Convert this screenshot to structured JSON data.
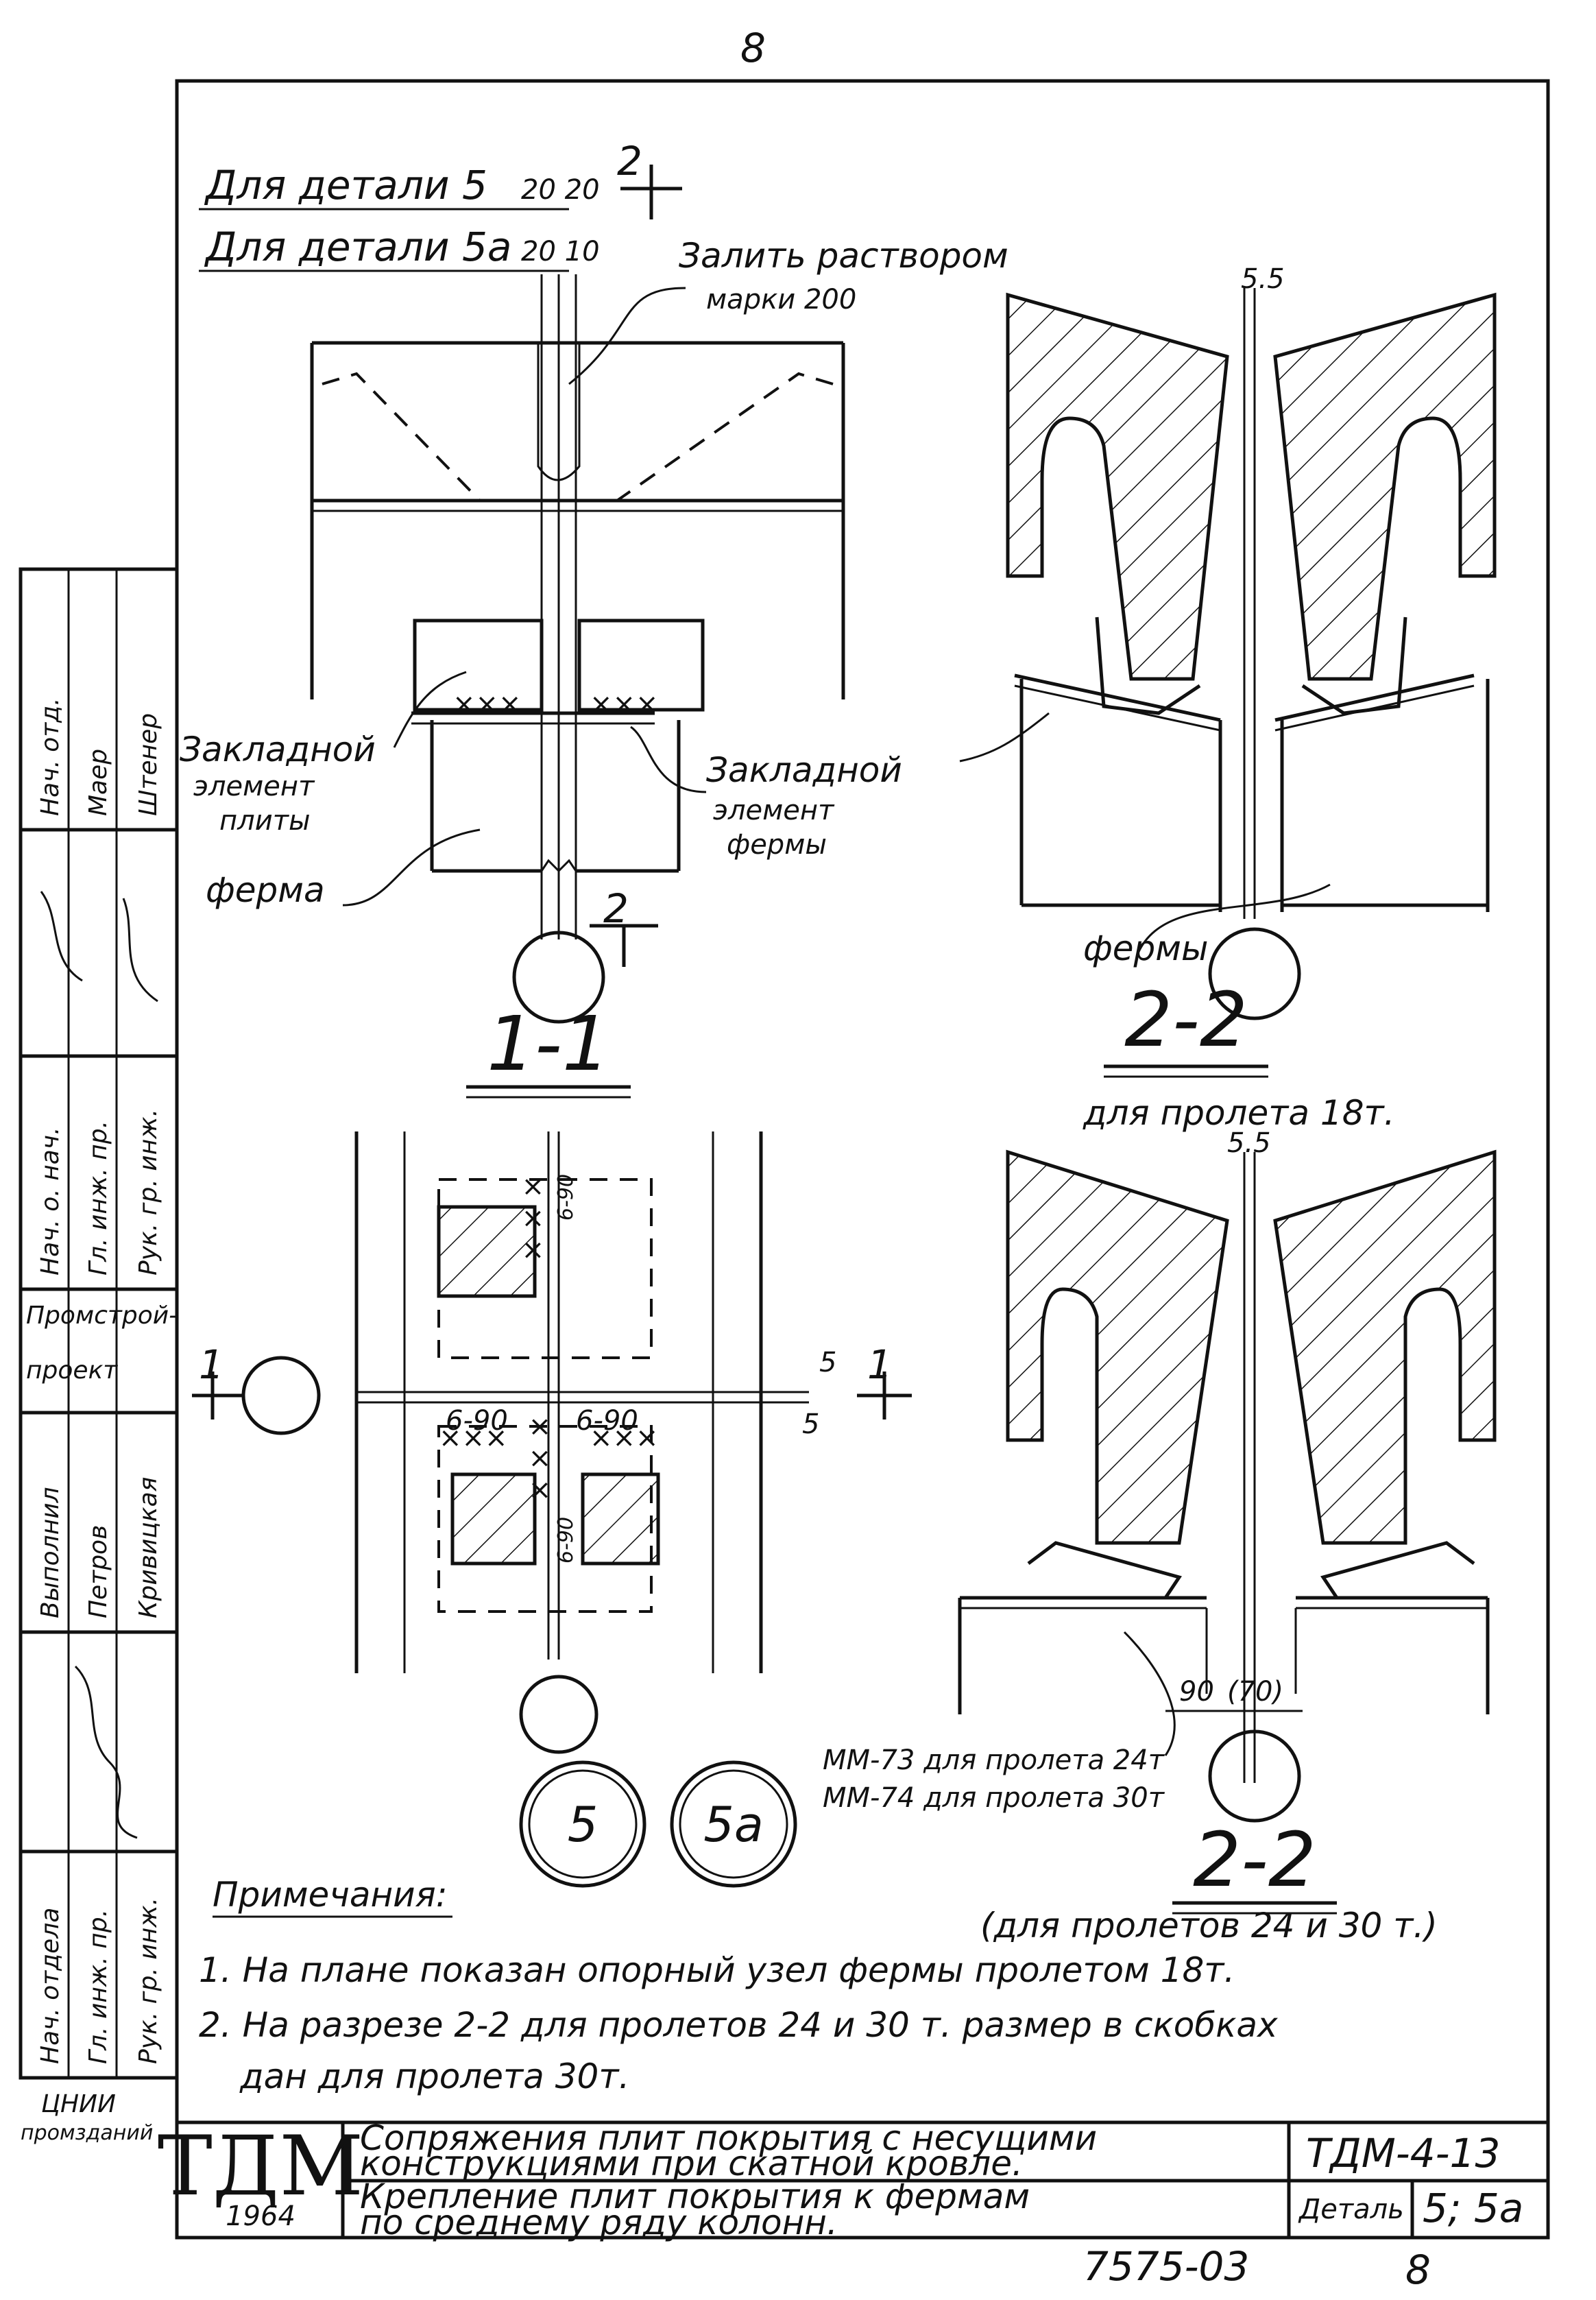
{
  "sheet": {
    "page_top": "8",
    "page_bottom": "8",
    "archive_no": "7575-03"
  },
  "labels": {
    "for_detail_5": "Для детали 5",
    "for_detail_5_dims": "20 20",
    "for_detail_5a": "Для детали 5а",
    "for_detail_5a_dims": "20 10",
    "cut_mark_top": "2",
    "cut_mark_bottom": "2",
    "fill_mortar_1": "Залить раствором",
    "fill_mortar_2": "марки 200",
    "embed_plate_1": "Закладной",
    "embed_plate_2": "элемент",
    "embed_plate_3": "плиты",
    "embed_truss_1": "Закладной",
    "embed_truss_2": "элемент",
    "embed_truss_3": "фермы",
    "truss": "ферма",
    "trusses": "фермы",
    "section_1_1": "1-1",
    "section_2_2_a": "2-2",
    "section_2_2_a_caption": "для пролета 18т.",
    "section_2_2_b": "2-2",
    "section_2_2_b_caption": "(для пролетов 24 и 30 т.)",
    "gap_top": "5.5",
    "gap_mid": "5.5",
    "plan_gap": "5",
    "plan_gap_2": "5",
    "plan_cut_left": "1",
    "plan_cut_right": "1",
    "weld_1": "6-90",
    "weld_2": "6-90",
    "weld_3": "6-90",
    "weld_4": "6-90",
    "dim_90": "90",
    "dim_70": "(70)",
    "mm73": "ММ-73 для пролета 24т",
    "mm74": "ММ-74 для пролета 30т",
    "detail_5": "5",
    "detail_5a": "5а"
  },
  "notes": {
    "header": "Примечания:",
    "line1": "1. На плане показан опорный узел фермы пролетом 18т.",
    "line2": "2. На разрезе 2-2 для пролетов 24 и 30 т. размер в скобках",
    "line3": "дан для пролета 30т."
  },
  "side_stamp": {
    "col1": [
      "Нач. отдела",
      "Гл. инж. пр.",
      "Рук. гр. инж."
    ],
    "col2": [
      "Выполнил",
      "Петров",
      "Кривицкая"
    ],
    "institute_1": "Промстрой-",
    "institute_2": "проект",
    "col3": [
      "Нач. о. нач.",
      "Гл. инж. пр.",
      "Рук. гр. инж."
    ],
    "col4": [
      "Нач. отд.",
      "Маер",
      "Штенер"
    ],
    "org": "ЦНИИ",
    "org_2": "промзданий"
  },
  "title_block": {
    "logo": "ТДМ",
    "year": "1964",
    "title_1": "Сопряжения плит покрытия с несущими",
    "title_2": "конструкциями при скатной кровле.",
    "desc_1": "Крепление плит покрытия к фермам",
    "desc_2": "по среднему ряду колонн.",
    "series": "ТДМ-4-13",
    "detail_label": "Деталь",
    "detail_value": "5; 5а"
  }
}
